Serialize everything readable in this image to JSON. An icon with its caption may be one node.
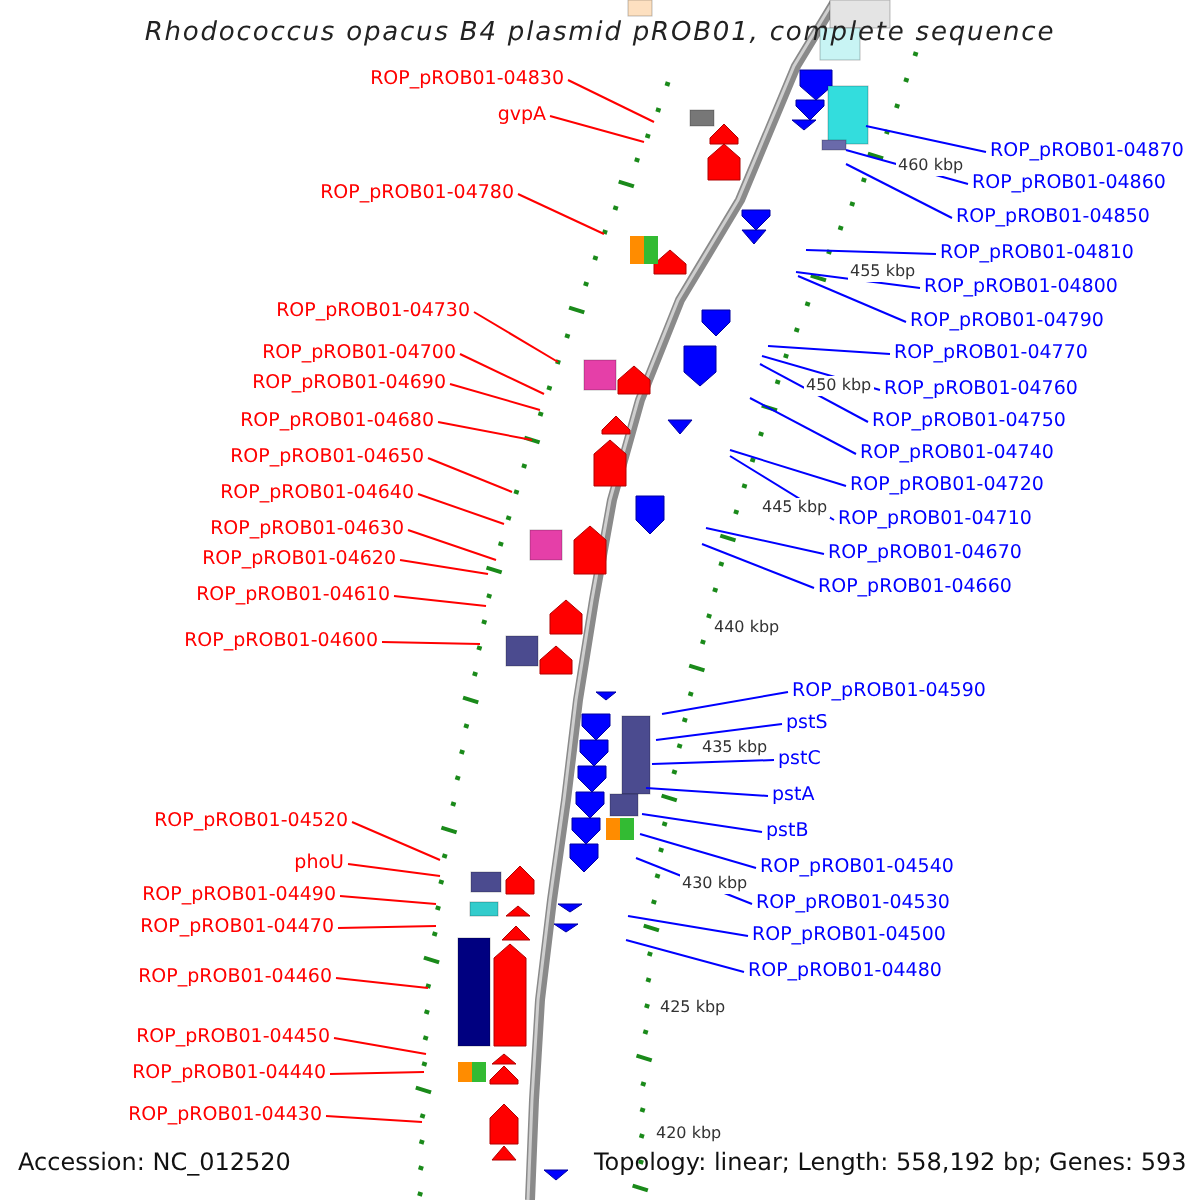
{
  "diagram": {
    "title": "Rhodococcus opacus B4 plasmid pROB01, complete sequence",
    "nodes": [
      {
        "text": [
          "ROP_pROB01-04830"
        ]
      },
      {
        "text": [
          "gvpA"
        ]
      },
      {
        "text": [
          "ROP_pROB01-04780"
        ]
      },
      {
        "text": [
          "ROP_pROB01-04730"
        ]
      },
      {
        "text": [
          "ROP_pROB01-04700"
        ]
      },
      {
        "text": [
          "ROP_pROB01-04690"
        ]
      },
      {
        "text": [
          "ROP_pROB01-04680"
        ]
      },
      {
        "text": [
          "ROP_pROB01-04650"
        ]
      },
      {
        "text": [
          "ROP_pROB01-04640"
        ]
      },
      {
        "text": [
          "ROP_pROB01-04630"
        ]
      },
      {
        "text": [
          "ROP_pROB01-04620"
        ]
      },
      {
        "text": [
          "ROP_pROB01-04610"
        ]
      },
      {
        "text": [
          "ROP_pROB01-04600"
        ]
      },
      {
        "text": [
          "ROP_pROB01-04520"
        ]
      },
      {
        "text": [
          "phoU"
        ]
      },
      {
        "text": [
          "ROP_pROB01-04490"
        ]
      },
      {
        "text": [
          "ROP_pROB01-04470"
        ]
      },
      {
        "text": [
          "ROP_pROB01-04460"
        ]
      },
      {
        "text": [
          "ROP_pROB01-04450"
        ]
      },
      {
        "text": [
          "ROP_pROB01-04440"
        ]
      },
      {
        "text": [
          "ROP_pROB01-04430"
        ]
      },
      {
        "text": [
          "ROP_pROB01-04870"
        ]
      },
      {
        "text": [
          "ROP_pROB01-04860"
        ]
      },
      {
        "text": [
          "ROP_pROB01-04850"
        ]
      },
      {
        "text": [
          "ROP_pROB01-04810"
        ]
      },
      {
        "text": [
          "ROP_pROB01-04800"
        ]
      },
      {
        "text": [
          "ROP_pROB01-04790"
        ]
      },
      {
        "text": [
          "ROP_pROB01-04770"
        ]
      },
      {
        "text": [
          "ROP_pROB01-04760"
        ]
      },
      {
        "text": [
          "ROP_pROB01-04750"
        ]
      },
      {
        "text": [
          "ROP_pROB01-04740"
        ]
      },
      {
        "text": [
          "ROP_pROB01-04720"
        ]
      },
      {
        "text": [
          "ROP_pROB01-04710"
        ]
      },
      {
        "text": [
          "ROP_pROB01-04670"
        ]
      },
      {
        "text": [
          "ROP_pROB01-04660"
        ]
      },
      {
        "text": [
          "ROP_pROB01-04590"
        ]
      },
      {
        "text": [
          "pstS"
        ]
      },
      {
        "text": [
          "pstC"
        ]
      },
      {
        "text": [
          "pstA"
        ]
      },
      {
        "text": [
          "pstB"
        ]
      },
      {
        "text": [
          "ROP_pROB01-04540"
        ]
      },
      {
        "text": [
          "ROP_pROB01-04530"
        ]
      },
      {
        "text": [
          "ROP_pROB01-04500"
        ]
      },
      {
        "text": [
          "ROP_pROB01-04480"
        ]
      }
    ],
    "edges": [
      {
        "from": 0,
        "to": null,
        "arrow": "none",
        "color": "#ff0000"
      },
      {
        "from": 1,
        "to": null,
        "arrow": "none",
        "color": "#ff0000"
      },
      {
        "from": 2,
        "to": null,
        "arrow": "none",
        "color": "#ff0000"
      },
      {
        "from": 3,
        "to": null,
        "arrow": "none",
        "color": "#ff0000"
      },
      {
        "from": 4,
        "to": null,
        "arrow": "none",
        "color": "#ff0000"
      },
      {
        "from": 5,
        "to": null,
        "arrow": "none",
        "color": "#ff0000"
      },
      {
        "from": 6,
        "to": null,
        "arrow": "none",
        "color": "#ff0000"
      },
      {
        "from": 7,
        "to": null,
        "arrow": "none",
        "color": "#ff0000"
      },
      {
        "from": 8,
        "to": null,
        "arrow": "none",
        "color": "#ff0000"
      },
      {
        "from": 9,
        "to": null,
        "arrow": "none",
        "color": "#ff0000"
      },
      {
        "from": 10,
        "to": null,
        "arrow": "none",
        "color": "#ff0000"
      },
      {
        "from": 11,
        "to": null,
        "arrow": "none",
        "color": "#ff0000"
      },
      {
        "from": 12,
        "to": null,
        "arrow": "none",
        "color": "#ff0000"
      },
      {
        "from": 13,
        "to": null,
        "arrow": "none",
        "color": "#ff0000"
      },
      {
        "from": 14,
        "to": null,
        "arrow": "none",
        "color": "#ff0000"
      },
      {
        "from": 15,
        "to": null,
        "arrow": "none",
        "color": "#ff0000"
      },
      {
        "from": 16,
        "to": null,
        "arrow": "none",
        "color": "#ff0000"
      },
      {
        "from": 17,
        "to": null,
        "arrow": "none",
        "color": "#ff0000"
      },
      {
        "from": 18,
        "to": null,
        "arrow": "none",
        "color": "#ff0000"
      },
      {
        "from": 19,
        "to": null,
        "arrow": "none",
        "color": "#ff0000"
      },
      {
        "from": 20,
        "to": null,
        "arrow": "none",
        "color": "#ff0000"
      },
      {
        "from": 21,
        "to": null,
        "arrow": "none"
      },
      {
        "from": 22,
        "to": null,
        "arrow": "none"
      },
      {
        "from": 23,
        "to": null,
        "arrow": "none"
      },
      {
        "from": 24,
        "to": null,
        "arrow": "none"
      },
      {
        "from": 25,
        "to": null,
        "arrow": "none"
      },
      {
        "from": 26,
        "to": null,
        "arrow": "none"
      },
      {
        "from": 27,
        "to": null,
        "arrow": "none"
      },
      {
        "from": 28,
        "to": null,
        "arrow": "none"
      },
      {
        "from": 29,
        "to": null,
        "arrow": "none"
      },
      {
        "from": 30,
        "to": null,
        "arrow": "none"
      },
      {
        "from": 31,
        "to": null,
        "arrow": "none"
      },
      {
        "from": 32,
        "to": null,
        "arrow": "none"
      },
      {
        "from": 33,
        "to": null,
        "arrow": "none"
      },
      {
        "from": 34,
        "to": null,
        "arrow": "none"
      },
      {
        "from": 35,
        "to": null,
        "arrow": "none"
      },
      {
        "from": 36,
        "to": null,
        "arrow": "none"
      },
      {
        "from": 37,
        "to": null,
        "arrow": "none"
      },
      {
        "from": 38,
        "to": null,
        "arrow": "none"
      },
      {
        "from": 39,
        "to": null,
        "arrow": "none"
      },
      {
        "from": 40,
        "to": null,
        "arrow": "none"
      },
      {
        "from": 41,
        "to": null,
        "arrow": "none"
      },
      {
        "from": 42,
        "to": null,
        "arrow": "none"
      },
      {
        "from": 43,
        "to": null,
        "arrow": "none"
      }
    ],
    "labels": [
      "460 kbp",
      "455 kbp",
      "450 kbp",
      "445 kbp",
      "440 kbp",
      "435 kbp",
      "430 kbp",
      "425 kbp",
      "420 kbp",
      "Accession: NC_012520",
      "Topology: linear; Length: 558,192 bp; Genes: 593"
    ]
  }
}
